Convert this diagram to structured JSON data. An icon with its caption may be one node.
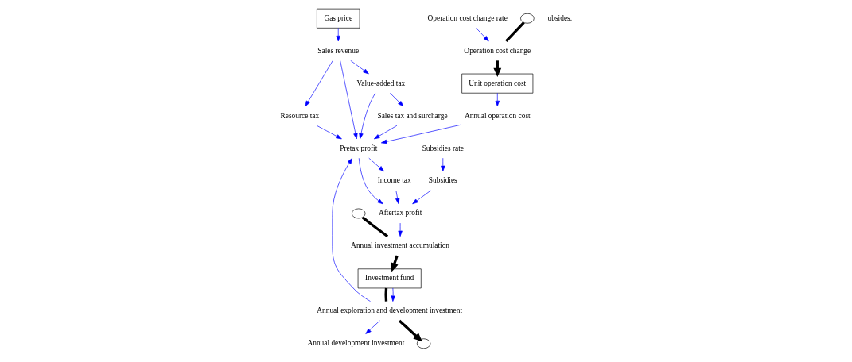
{
  "diagram": {
    "nodes": [
      {
        "text": [
          "Gas price"
        ]
      },
      {
        "text": [
          "Sales revenue"
        ]
      },
      {
        "text": [
          "Unit operation cost"
        ]
      },
      {
        "text": [
          "Operation cost change"
        ]
      },
      {
        "text": [
          "Operation cost change rate"
        ]
      },
      {
        "text": [
          "Sales tax and surcharge"
        ]
      },
      {
        "text": [
          "Value-added tax"
        ]
      },
      {
        "text": [
          "Resource tax"
        ]
      },
      {
        "text": [
          "Annual development investment"
        ]
      },
      {
        "text": [
          "Pretax profit"
        ]
      },
      {
        "text": [
          "Annual operation cost"
        ]
      },
      {
        "text": [
          "Subsidies"
        ]
      },
      {
        "text": [
          "Subsidies rate"
        ]
      },
      {
        "text": [
          "Income tax"
        ]
      },
      {
        "text": [
          "Aftertax profit"
        ]
      },
      {
        "text": [
          "Investment fund"
        ]
      },
      {
        "text": [
          "Annual exploration and development investment"
        ]
      },
      {
        "text": [
          "Annual investment accumulation"
        ]
      },
      {
        "text": [],
        "shape": "cloud"
      },
      {
        "text": [],
        "shape": "cloud"
      },
      {
        "text": [],
        "shape": "cloud"
      }
    ],
    "edges": [
      {
        "from": 0,
        "to": 1,
        "arrow": "to"
      },
      {
        "from": 18,
        "to": 3,
        "arrow": "none",
        "style": "thick",
        "color": "#000000"
      },
      {
        "from": 3,
        "to": 2,
        "arrow": "to",
        "style": "thick",
        "color": "#000000"
      },
      {
        "from": 4,
        "to": 3,
        "arrow": "to"
      },
      {
        "from": 1,
        "to": 9,
        "arrow": "to"
      },
      {
        "from": 1,
        "to": 6,
        "arrow": "to"
      },
      {
        "from": 1,
        "to": 7,
        "arrow": "to"
      },
      {
        "from": 6,
        "to": 5,
        "arrow": "to"
      },
      {
        "from": 5,
        "to": 9,
        "arrow": "to"
      },
      {
        "from": 6,
        "to": 9,
        "arrow": "to"
      },
      {
        "from": 7,
        "to": 9,
        "arrow": "to"
      },
      {
        "from": 2,
        "to": 10,
        "arrow": "to"
      },
      {
        "from": 10,
        "to": 9,
        "arrow": "to"
      },
      {
        "from": 16,
        "to": 9,
        "arrow": "to"
      },
      {
        "from": 16,
        "to": 8,
        "arrow": "to"
      },
      {
        "from": 9,
        "to": 13,
        "arrow": "to"
      },
      {
        "from": 9,
        "to": 14,
        "arrow": "to"
      },
      {
        "from": 13,
        "to": 14,
        "arrow": "to"
      },
      {
        "from": 12,
        "to": 11,
        "arrow": "to"
      },
      {
        "from": 11,
        "to": 14,
        "arrow": "to"
      },
      {
        "from": 14,
        "to": 17,
        "arrow": "to"
      },
      {
        "from": 20,
        "to": 17,
        "arrow": "none",
        "style": "thick",
        "color": "#000000"
      },
      {
        "from": 17,
        "to": 15,
        "arrow": "to",
        "style": "thick",
        "color": "#000000"
      },
      {
        "from": 15,
        "to": 16,
        "arrow": "none",
        "style": "thick",
        "color": "#000000"
      },
      {
        "from": 16,
        "to": 19,
        "arrow": "to",
        "style": "thick",
        "color": "#000000"
      },
      {
        "from": 15,
        "to": 16,
        "arrow": "to"
      }
    ],
    "labels": [
      "ubsides."
    ]
  }
}
